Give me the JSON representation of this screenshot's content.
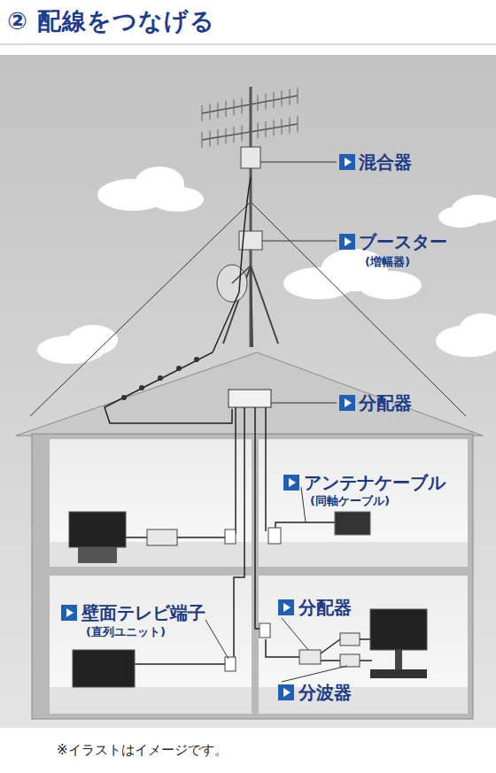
{
  "diagram": {
    "title": "② 配線をつなげる",
    "caption": "※イラストはイメージです。",
    "labels": [
      "混合器",
      "ブースター",
      "(増幅器)",
      "分配器",
      "アンテナケーブル",
      "(同軸ケーブル)",
      "壁面テレビ端子",
      "(直列ユニット)",
      "分配器",
      "分波器"
    ]
  }
}
